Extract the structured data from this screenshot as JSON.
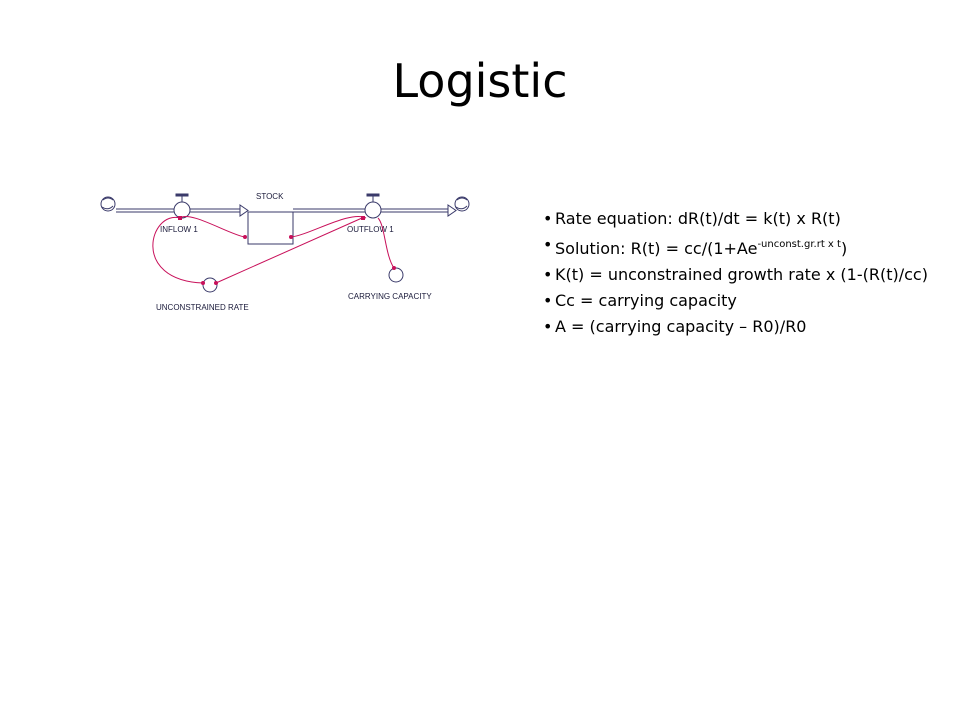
{
  "title": "Logistic",
  "diagram": {
    "stock_label": "STOCK",
    "inflow_label": "INFLOW 1",
    "outflow_label": "OUTFLOW 1",
    "rate_label": "UNCONSTRAINED RATE",
    "capacity_label": "CARRYING CAPACITY",
    "connector_color": "#c8105a",
    "flow_color": "#3a3a6a"
  },
  "bullets": [
    {
      "text": "Rate equation: dR(t)/dt = k(t) x R(t)"
    },
    {
      "text": "Solution: R(t) = cc/(1+Ae",
      "sup": "-unconst.gr.rt  x t",
      "after": ")"
    },
    {
      "text": "K(t) = unconstrained growth rate x (1-(R(t)/cc)"
    },
    {
      "text": "Cc = carrying capacity"
    },
    {
      "text": "A = (carrying capacity – R0)/R0"
    }
  ]
}
